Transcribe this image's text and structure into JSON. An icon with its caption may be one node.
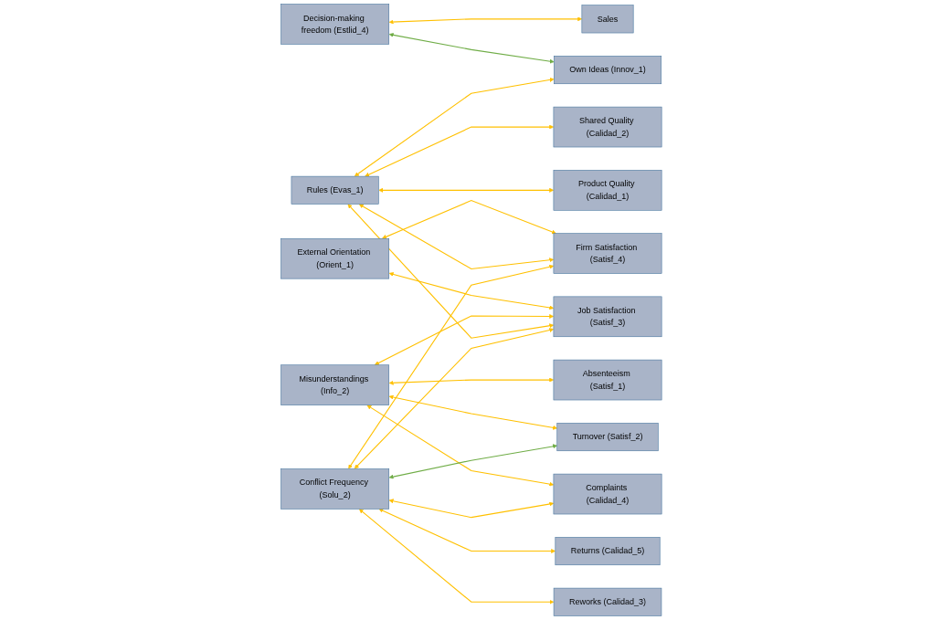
{
  "diagram": {
    "nodes": [
      {
        "text": [
          "External Orientation (Orient_1)"
        ]
      },
      {
        "text": [
          "Decision-making freedom (Estlid_4)"
        ]
      },
      {
        "text": [
          "Misunderstandings (Info_2)"
        ]
      },
      {
        "text": [
          "Rules (Evas_1)"
        ]
      },
      {
        "text": [
          "Conflict Frequency (Solu_2)"
        ]
      },
      {
        "text": [
          "Own Ideas (Innov_1)"
        ]
      },
      {
        "text": [
          "Product Quality (Calidad_1)"
        ]
      },
      {
        "text": [
          "Shared Quality (Calidad_2)"
        ]
      },
      {
        "text": [
          "Reworks (Calidad_3)"
        ]
      },
      {
        "text": [
          "Complaints (Calidad_4)"
        ]
      },
      {
        "text": [
          "Returns (Calidad_5)"
        ]
      },
      {
        "text": [
          "Absenteeism (Satisf_1)"
        ]
      },
      {
        "text": [
          "Turnover (Satisf_2)"
        ]
      },
      {
        "text": [
          "Job Satisfaction (Satisf_3)"
        ]
      },
      {
        "text": [
          "Firm Satisfaction (Satisf_4)"
        ]
      },
      {
        "text": [
          "Sales"
        ]
      }
    ],
    "edges": [
      {
        "from": 0,
        "to": 13,
        "arrow": "both"
      },
      {
        "from": 0,
        "to": 14,
        "arrow": "both"
      },
      {
        "from": 1,
        "to": 5,
        "arrow": "both",
        "color": "#70ad47"
      },
      {
        "from": 1,
        "to": 15,
        "arrow": "both"
      },
      {
        "from": 2,
        "to": 9,
        "arrow": "both"
      },
      {
        "from": 2,
        "to": 11,
        "arrow": "both"
      },
      {
        "from": 2,
        "to": 12,
        "arrow": "both"
      },
      {
        "from": 2,
        "to": 13,
        "arrow": "both"
      },
      {
        "from": 3,
        "to": 5,
        "arrow": "both"
      },
      {
        "from": 3,
        "to": 6,
        "arrow": "both"
      },
      {
        "from": 3,
        "to": 7,
        "arrow": "both"
      },
      {
        "from": 3,
        "to": 13,
        "arrow": "both"
      },
      {
        "from": 3,
        "to": 14,
        "arrow": "both"
      },
      {
        "from": 4,
        "to": 8,
        "arrow": "both"
      },
      {
        "from": 4,
        "to": 9,
        "arrow": "both"
      },
      {
        "from": 4,
        "to": 10,
        "arrow": "both"
      },
      {
        "from": 4,
        "to": 12,
        "arrow": "both",
        "color": "#70ad47"
      },
      {
        "from": 4,
        "to": 13,
        "arrow": "both"
      },
      {
        "from": 4,
        "to": 14,
        "arrow": "both"
      }
    ]
  }
}
